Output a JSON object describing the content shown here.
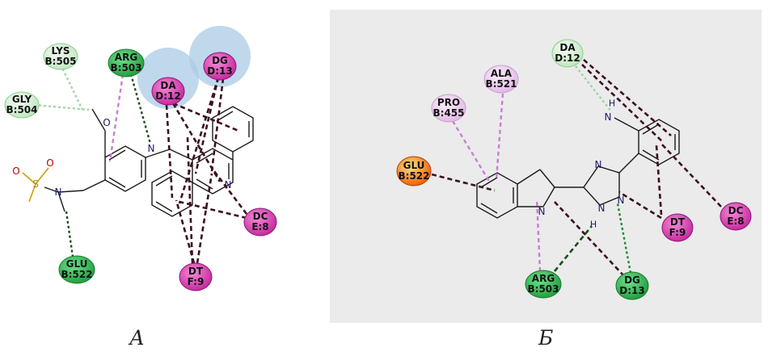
{
  "colors": {
    "conventional_hbond": "#2e9e3e",
    "carbon_hbond": "#9fd89f",
    "pi_alkyl": "#c77fcf",
    "pi_pi": "#3d0f1f",
    "unfavorable_halo": "#a9cbe6",
    "panel_b_bg": "#ebebeb"
  },
  "panel_a": {
    "label": "А",
    "atom_labels": {
      "o1": "O",
      "n1": "N",
      "n2": "N",
      "s1": "S",
      "o2": "O",
      "o3": "O",
      "n3": "N"
    },
    "residues": [
      {
        "id": "lys505",
        "line1": "LYS",
        "line2": "B:505",
        "style": "light"
      },
      {
        "id": "arg503",
        "line1": "ARG",
        "line2": "B:503",
        "style": "green"
      },
      {
        "id": "gly504",
        "line1": "GLY",
        "line2": "B:504",
        "style": "light"
      },
      {
        "id": "da12",
        "line1": "DA",
        "line2": "D:12",
        "style": "magenta"
      },
      {
        "id": "dg13",
        "line1": "DG",
        "line2": "D:13",
        "style": "magenta"
      },
      {
        "id": "dce8",
        "line1": "DC",
        "line2": "E:8",
        "style": "magenta"
      },
      {
        "id": "glu522",
        "line1": "GLU",
        "line2": "B:522",
        "style": "green"
      },
      {
        "id": "dtf9",
        "line1": "DT",
        "line2": "F:9",
        "style": "magenta"
      }
    ]
  },
  "panel_b": {
    "label": "Б",
    "atom_labels": {
      "nh": "N",
      "h1": "H",
      "n_indole": "N",
      "h2": "H",
      "n_t1": "N",
      "n_t2": "N",
      "n_t3": "N"
    },
    "residues": [
      {
        "id": "da12",
        "line1": "DA",
        "line2": "D:12",
        "style": "light"
      },
      {
        "id": "ala521",
        "line1": "ALA",
        "line2": "B:521",
        "style": "pink"
      },
      {
        "id": "pro455",
        "line1": "PRO",
        "line2": "B:455",
        "style": "pink"
      },
      {
        "id": "glu522",
        "line1": "GLU",
        "line2": "B:522",
        "style": "orange"
      },
      {
        "id": "dce8",
        "line1": "DC",
        "line2": "E:8",
        "style": "magenta"
      },
      {
        "id": "dtf9",
        "line1": "DT",
        "line2": "F:9",
        "style": "magenta"
      },
      {
        "id": "arg503",
        "line1": "ARG",
        "line2": "B:503",
        "style": "green"
      },
      {
        "id": "dg13",
        "line1": "DG",
        "line2": "D:13",
        "style": "green"
      }
    ]
  }
}
